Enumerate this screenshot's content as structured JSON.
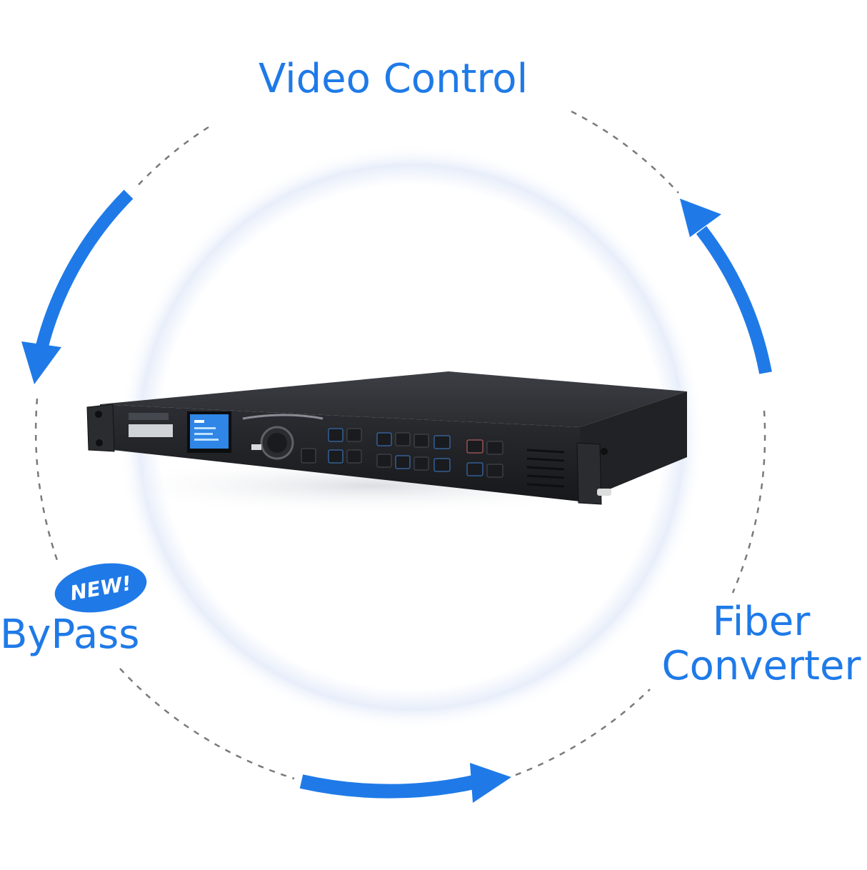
{
  "labels": {
    "video_control": "Video Control",
    "fiber_line1": "Fiber",
    "fiber_line2": "Converter",
    "bypass": "ByPass",
    "new_badge": "NEW!"
  },
  "colors": {
    "accent": "#1f7ae8",
    "dash": "#7a7a7a",
    "device_body": "#2b2d31",
    "device_panel": "#1c1d20",
    "lcd_blue": "#2f86e6",
    "glow": "#e6eefb"
  },
  "icons": {
    "device": "video-processor-device-icon",
    "arrow_left": "arrow-down-left-icon",
    "arrow_right": "arrow-up-right-icon",
    "arrow_bottom": "arrow-right-icon"
  }
}
